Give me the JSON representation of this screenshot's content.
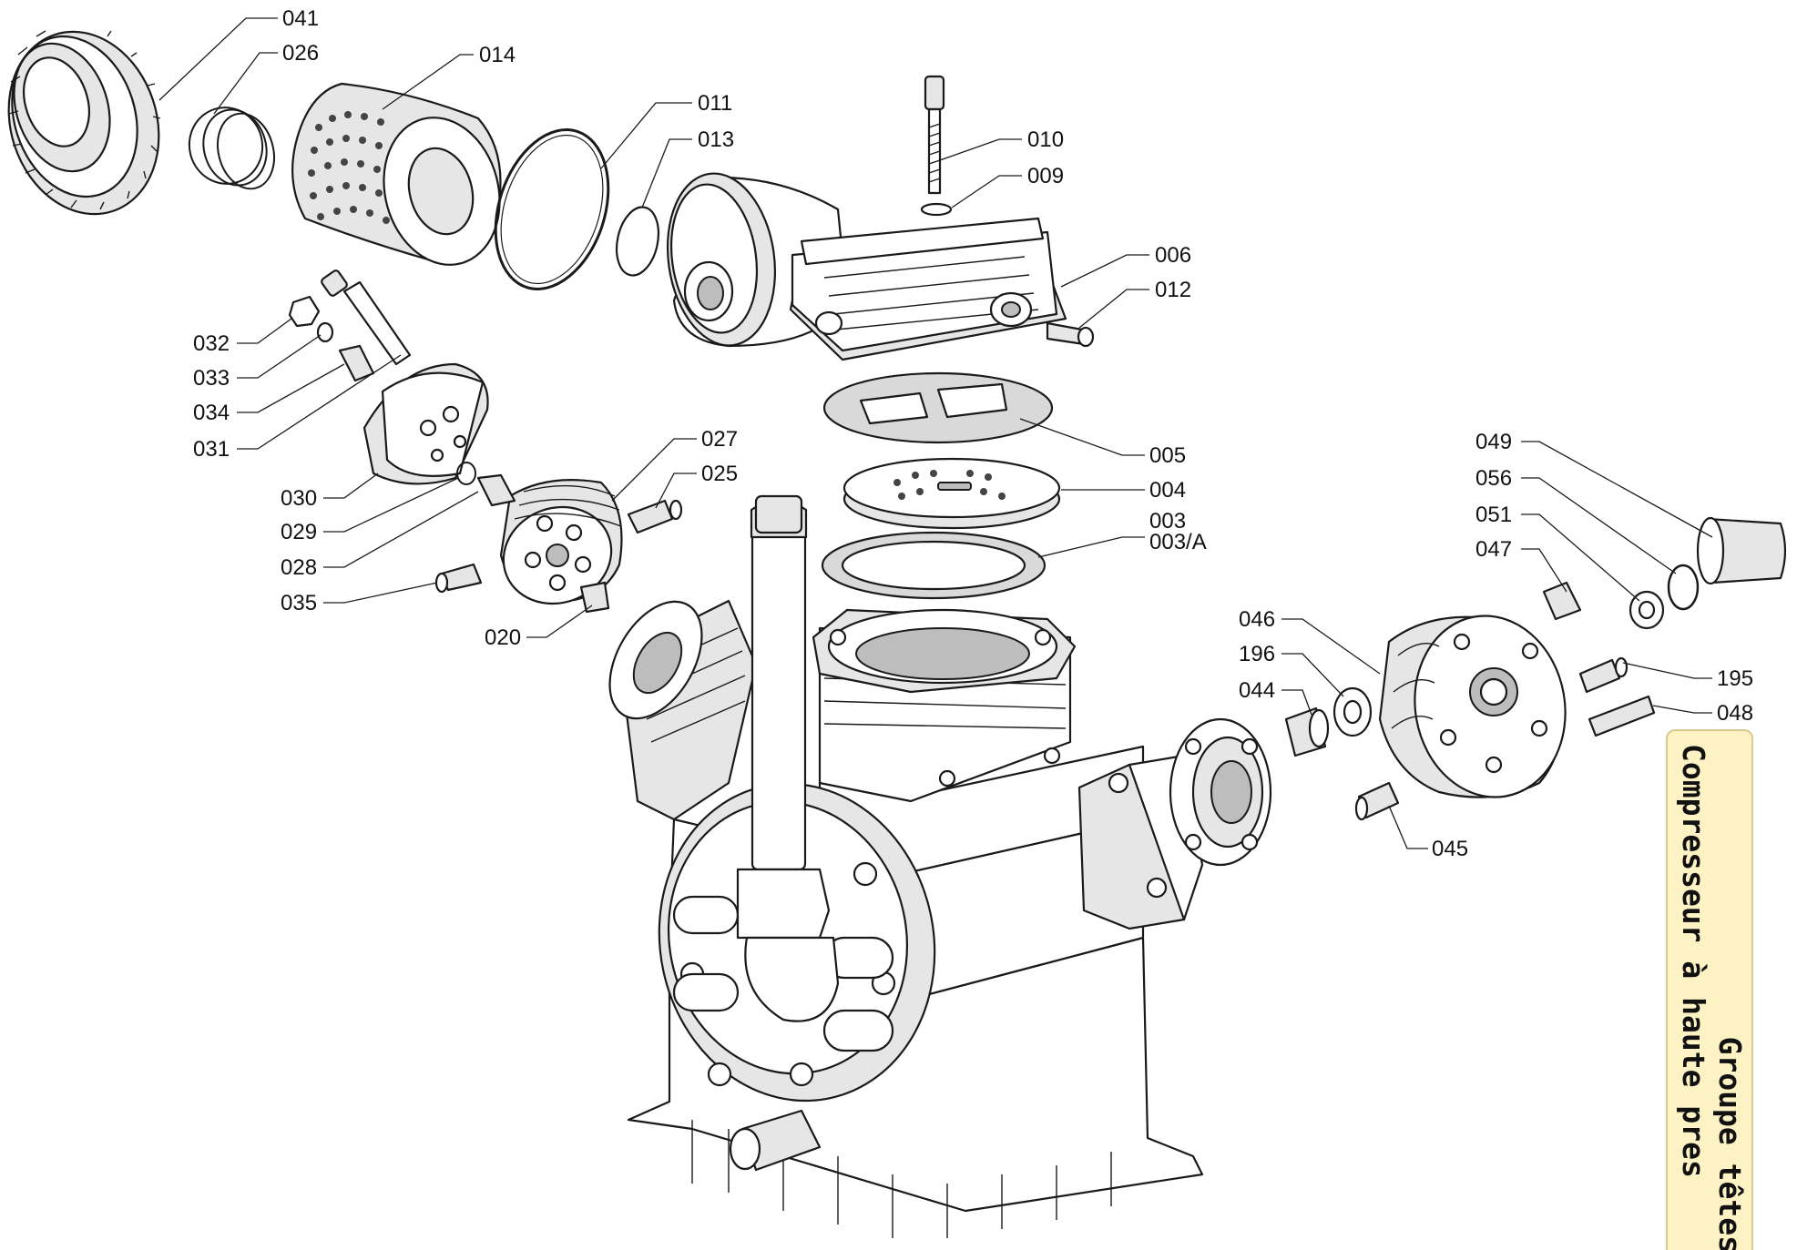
{
  "diagram": {
    "labels": {
      "p041": "041",
      "p026": "026",
      "p014": "014",
      "p011": "011",
      "p013": "013",
      "p010": "010",
      "p009": "009",
      "p006": "006",
      "p012": "012",
      "p032": "032",
      "p033": "033",
      "p034": "034",
      "p031": "031",
      "p027": "027",
      "p025": "025",
      "p030": "030",
      "p029": "029",
      "p028": "028",
      "p035": "035",
      "p020": "020",
      "p005": "005",
      "p004": "004",
      "p003": "003",
      "p003a": "003/A",
      "p049": "049",
      "p056": "056",
      "p051": "051",
      "p047": "047",
      "p046": "046",
      "p196": "196",
      "p044": "044",
      "p195": "195",
      "p048": "048",
      "p045": "045"
    },
    "title": {
      "line1": "Groupe têtes",
      "line2": "Compresseur à haute pres"
    },
    "colors": {
      "title_background": "#fdf2c4",
      "line": "#1a1a1a"
    }
  }
}
